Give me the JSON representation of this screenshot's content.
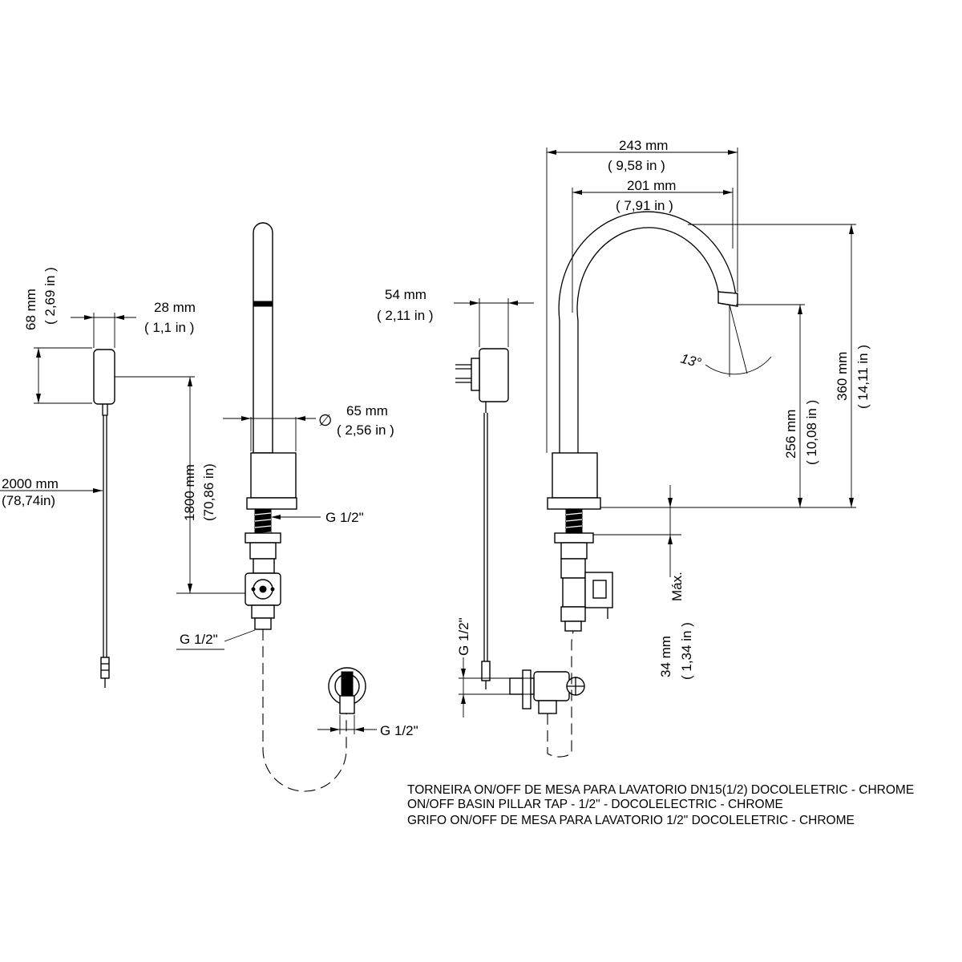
{
  "control_box": {
    "height_mm": "68 mm",
    "height_in": "( 2,69 in )",
    "cable_length_mm": "2000 mm",
    "cable_length_in": "(78,74in)"
  },
  "side_view": {
    "width_mm": "28 mm",
    "width_in": "( 1,1 in )",
    "cable_mm": "1800 mm",
    "cable_in": "(70,86 in)",
    "diameter_symbol": "∅",
    "base_diameter_mm": "65 mm",
    "base_diameter_in": "( 2,56 in )",
    "thread_top": "G 1/2\"",
    "thread_bottom": "G 1/2\"",
    "thread_valve": "G 1/2\""
  },
  "front_view": {
    "adapter_width_mm": "54 mm",
    "adapter_width_in": "( 2,11 in )",
    "reach_mm": "243 mm",
    "reach_in": "( 9,58 in )",
    "spout_mm": "201 mm",
    "spout_in": "( 7,91 in )",
    "angle": "13°",
    "outlet_height_mm": "256 mm",
    "outlet_height_in": "( 10,08 in )",
    "total_height_mm": "360 mm",
    "total_height_in": "( 14,11 in )",
    "deck_max_mm": "34 mm",
    "deck_max_in": "( 1,34 in )",
    "deck_max_label": "Máx.",
    "valve_thread": "G 1/2\""
  },
  "caption": {
    "line_pt": "TORNEIRA ON/OFF DE MESA PARA LAVATORIO DN15(1/2) DOCOLELETRIC - CHROME",
    "line_en": "ON/OFF BASIN PILLAR TAP - 1/2\" -  DOCOLELECTRIC - CHROME",
    "line_es": "GRIFO ON/OFF DE MESA PARA LAVATORIO 1/2\" DOCOLELETRIC - CHROME"
  }
}
